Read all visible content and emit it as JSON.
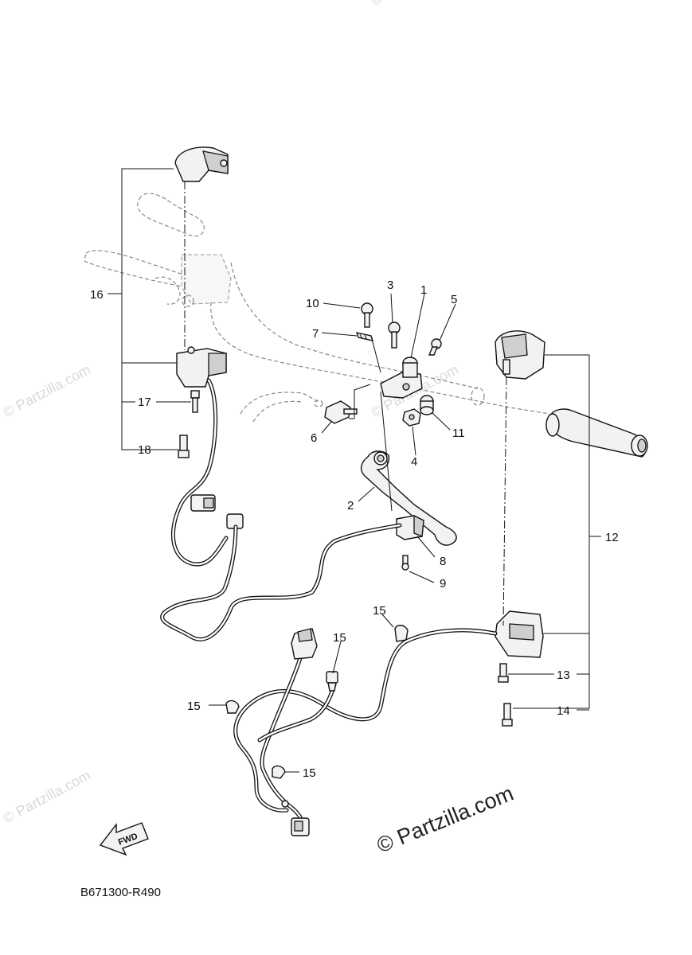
{
  "diagram_code": "B671300-R490",
  "fwd_label": "FWD",
  "watermark_main": "© Partzilla.com",
  "watermark_faint": "© Partzilla.com",
  "callouts": {
    "c1": "1",
    "c2": "2",
    "c3": "3",
    "c4": "4",
    "c5": "5",
    "c6": "6",
    "c7": "7",
    "c8": "8",
    "c9": "9",
    "c10": "10",
    "c11": "11",
    "c12": "12",
    "c13": "13",
    "c14": "14",
    "c15a": "15",
    "c15b": "15",
    "c15c": "15",
    "c15d": "15",
    "c16": "16",
    "c17": "17",
    "c18": "18"
  }
}
